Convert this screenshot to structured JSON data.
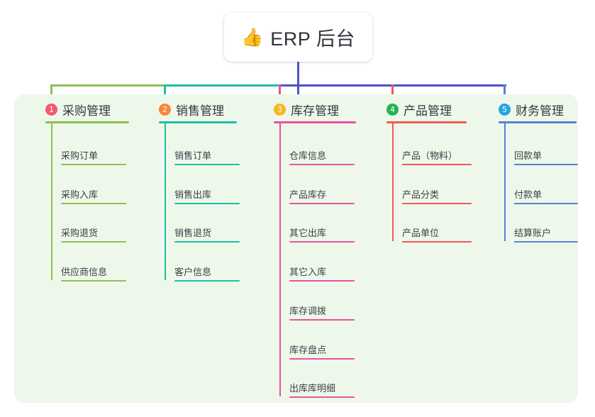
{
  "root": {
    "icon": "thumbs-up-icon",
    "emoji": "👍",
    "title": "ERP 后台"
  },
  "colors": {
    "trunk": "#4c53c4",
    "panel_bg": "#eef8ea",
    "card_bg": "#ffffff",
    "title_text": "#2f3338"
  },
  "columns": [
    {
      "number": "1",
      "title": "采购管理",
      "line_color": "#8cc152",
      "badge_color": "#f35b72",
      "items": [
        "采购订单",
        "采购入库",
        "采购退货",
        "供应商信息"
      ]
    },
    {
      "number": "2",
      "title": "销售管理",
      "line_color": "#1dbfa5",
      "badge_color": "#f5883c",
      "items": [
        "销售订单",
        "销售出库",
        "销售退货",
        "客户信息"
      ]
    },
    {
      "number": "3",
      "title": "库存管理",
      "line_color": "#e9529f",
      "badge_color": "#f5b91d",
      "items": [
        "仓库信息",
        "产品库存",
        "其它出库",
        "其它入库",
        "库存调拨",
        "库存盘点",
        "出库库明细"
      ]
    },
    {
      "number": "4",
      "title": "产品管理",
      "line_color": "#f4565b",
      "badge_color": "#23b552",
      "items": [
        "产品（物料）",
        "产品分类",
        "产品单位"
      ]
    },
    {
      "number": "5",
      "title": "财务管理",
      "line_color": "#5b7fd4",
      "badge_color": "#22a8e0",
      "items": [
        "回款单",
        "付款单",
        "结算账户"
      ]
    }
  ]
}
